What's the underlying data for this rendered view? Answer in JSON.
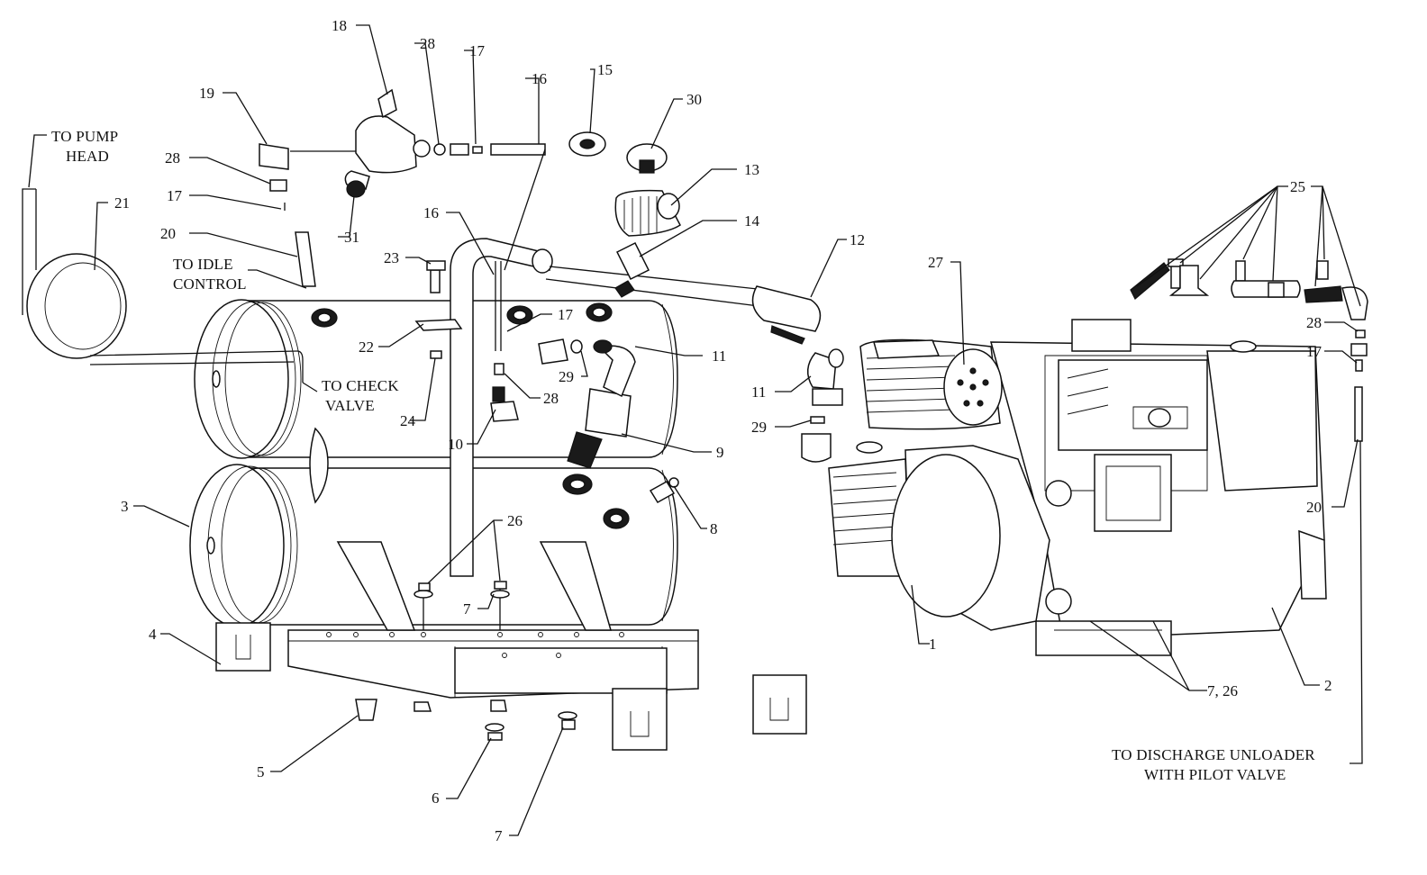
{
  "callouts": {
    "c1": "1",
    "c2": "2",
    "c3": "3",
    "c4": "4",
    "c5": "5",
    "c6": "6",
    "c7a": "7",
    "c7b": "7",
    "c7_26a": "7, 26",
    "c8": "8",
    "c9": "9",
    "c10": "10",
    "c11a": "11",
    "c11b": "11",
    "c12": "12",
    "c13": "13",
    "c14": "14",
    "c15": "15",
    "c16a": "16",
    "c16b": "16",
    "c17a": "17",
    "c17b": "17",
    "c17c": "17",
    "c17d": "17",
    "c18": "18",
    "c19": "19",
    "c20a": "20",
    "c20b": "20",
    "c21": "21",
    "c22": "22",
    "c23": "23",
    "c24": "24",
    "c25": "25",
    "c26": "26",
    "c27": "27",
    "c28a": "28",
    "c28b": "28",
    "c28c": "28",
    "c28d": "28",
    "c29a": "29",
    "c29b": "29",
    "c30": "30",
    "c31": "31"
  },
  "labels": {
    "to_pump_head_1": "TO PUMP",
    "to_pump_head_2": "HEAD",
    "to_idle_1": "TO IDLE",
    "to_idle_2": "CONTROL",
    "to_check_1": "TO CHECK",
    "to_check_2": "VALVE",
    "to_discharge_1": "TO DISCHARGE UNLOADER",
    "to_discharge_2": "WITH PILOT VALVE"
  }
}
